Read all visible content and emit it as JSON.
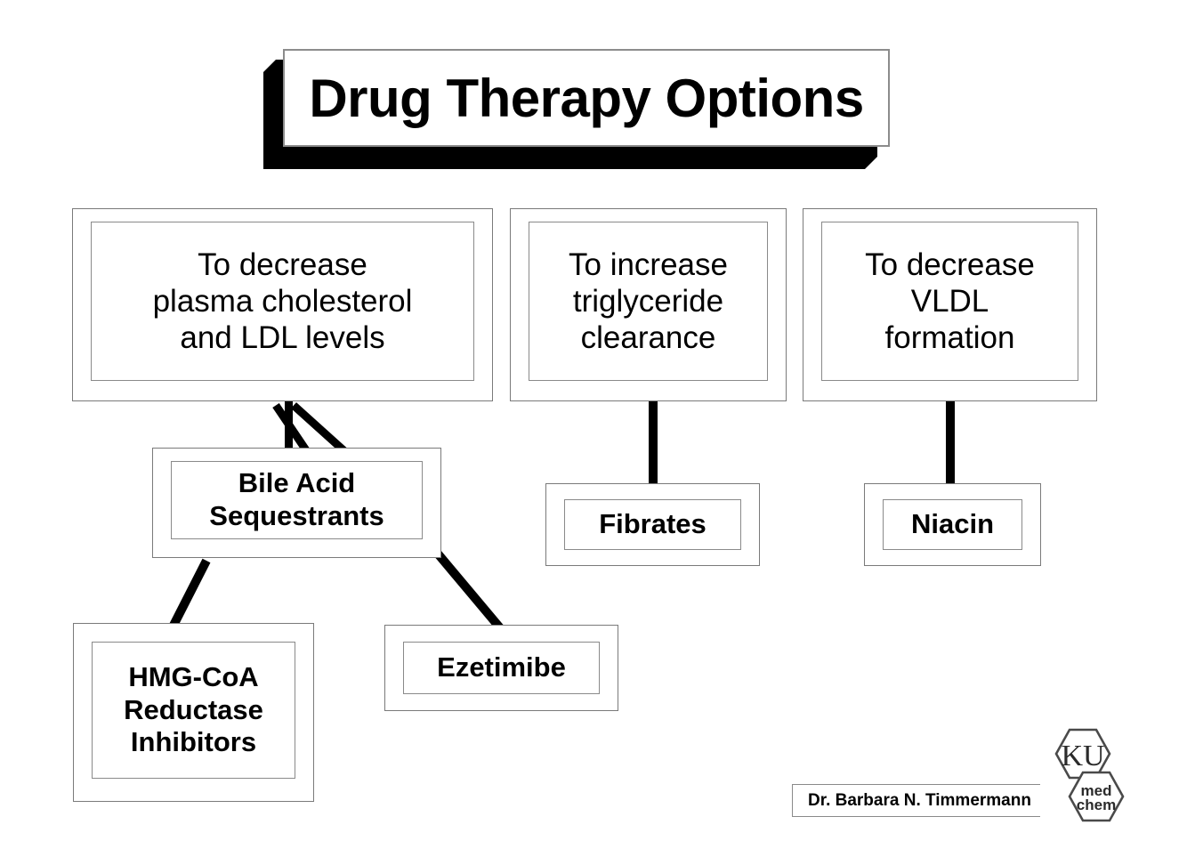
{
  "slide": {
    "title": "Drug Therapy Options",
    "background_color": "#ffffff",
    "text_color": "#000000",
    "border_color": "#8a8a8a",
    "connector_color": "#000000"
  },
  "categories": [
    {
      "id": "decrease-cholesterol-ldl",
      "label": "To decrease\nplasma cholesterol\nand LDL levels",
      "line1": "To decrease",
      "line2": "plasma cholesterol",
      "line3": "and LDL levels"
    },
    {
      "id": "increase-triglyceride-clearance",
      "label": "To increase\ntriglyceride\nclearance",
      "line1": "To increase",
      "line2": "triglyceride",
      "line3": "clearance"
    },
    {
      "id": "decrease-vldl-formation",
      "label": "To decrease\nVLDL\nformation",
      "line1": "To decrease",
      "line2": "VLDL",
      "line3": "formation"
    }
  ],
  "drugs": [
    {
      "id": "bile-acid-sequestrants",
      "line1": "Bile Acid",
      "line2": "Sequestrants"
    },
    {
      "id": "hmg-coa-reductase-inhibitors",
      "line1": "HMG-CoA",
      "line2": "Reductase",
      "line3": "Inhibitors"
    },
    {
      "id": "ezetimibe",
      "line1": "Ezetimibe"
    },
    {
      "id": "fibrates",
      "line1": "Fibrates"
    },
    {
      "id": "niacin",
      "line1": "Niacin"
    }
  ],
  "footer": {
    "credit": "Dr. Barbara N. Timmermann",
    "logo": {
      "name": "ku-medchem-logo",
      "top_hexagon_text": "KU",
      "bottom_hexagon_line1": "med",
      "bottom_hexagon_line2": "chem"
    }
  }
}
